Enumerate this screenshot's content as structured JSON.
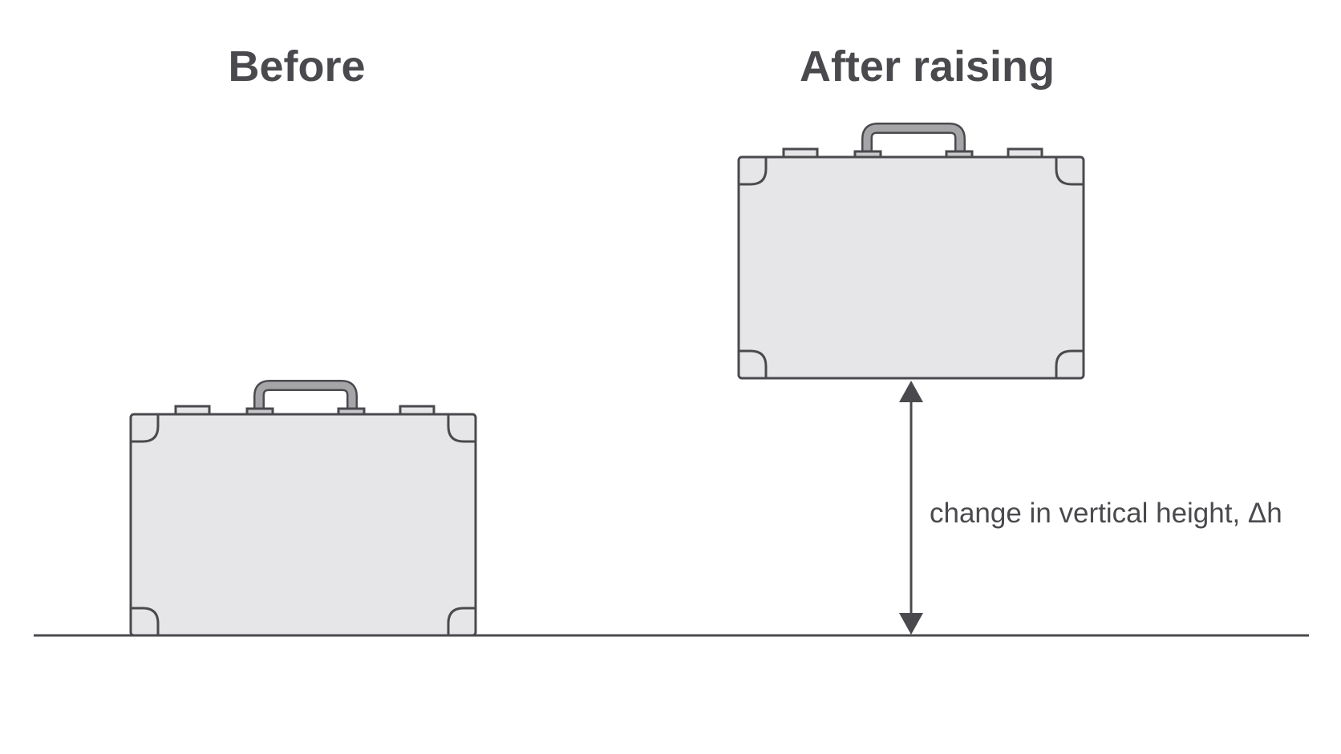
{
  "labels": {
    "before": "Before",
    "after": "After raising",
    "height_change": "change in vertical height, Δh"
  },
  "colors": {
    "outline": "#4a4a4e",
    "case_fill": "#e6e6e8",
    "handle_fill": "#a5a5a8",
    "background": "#ffffff"
  }
}
